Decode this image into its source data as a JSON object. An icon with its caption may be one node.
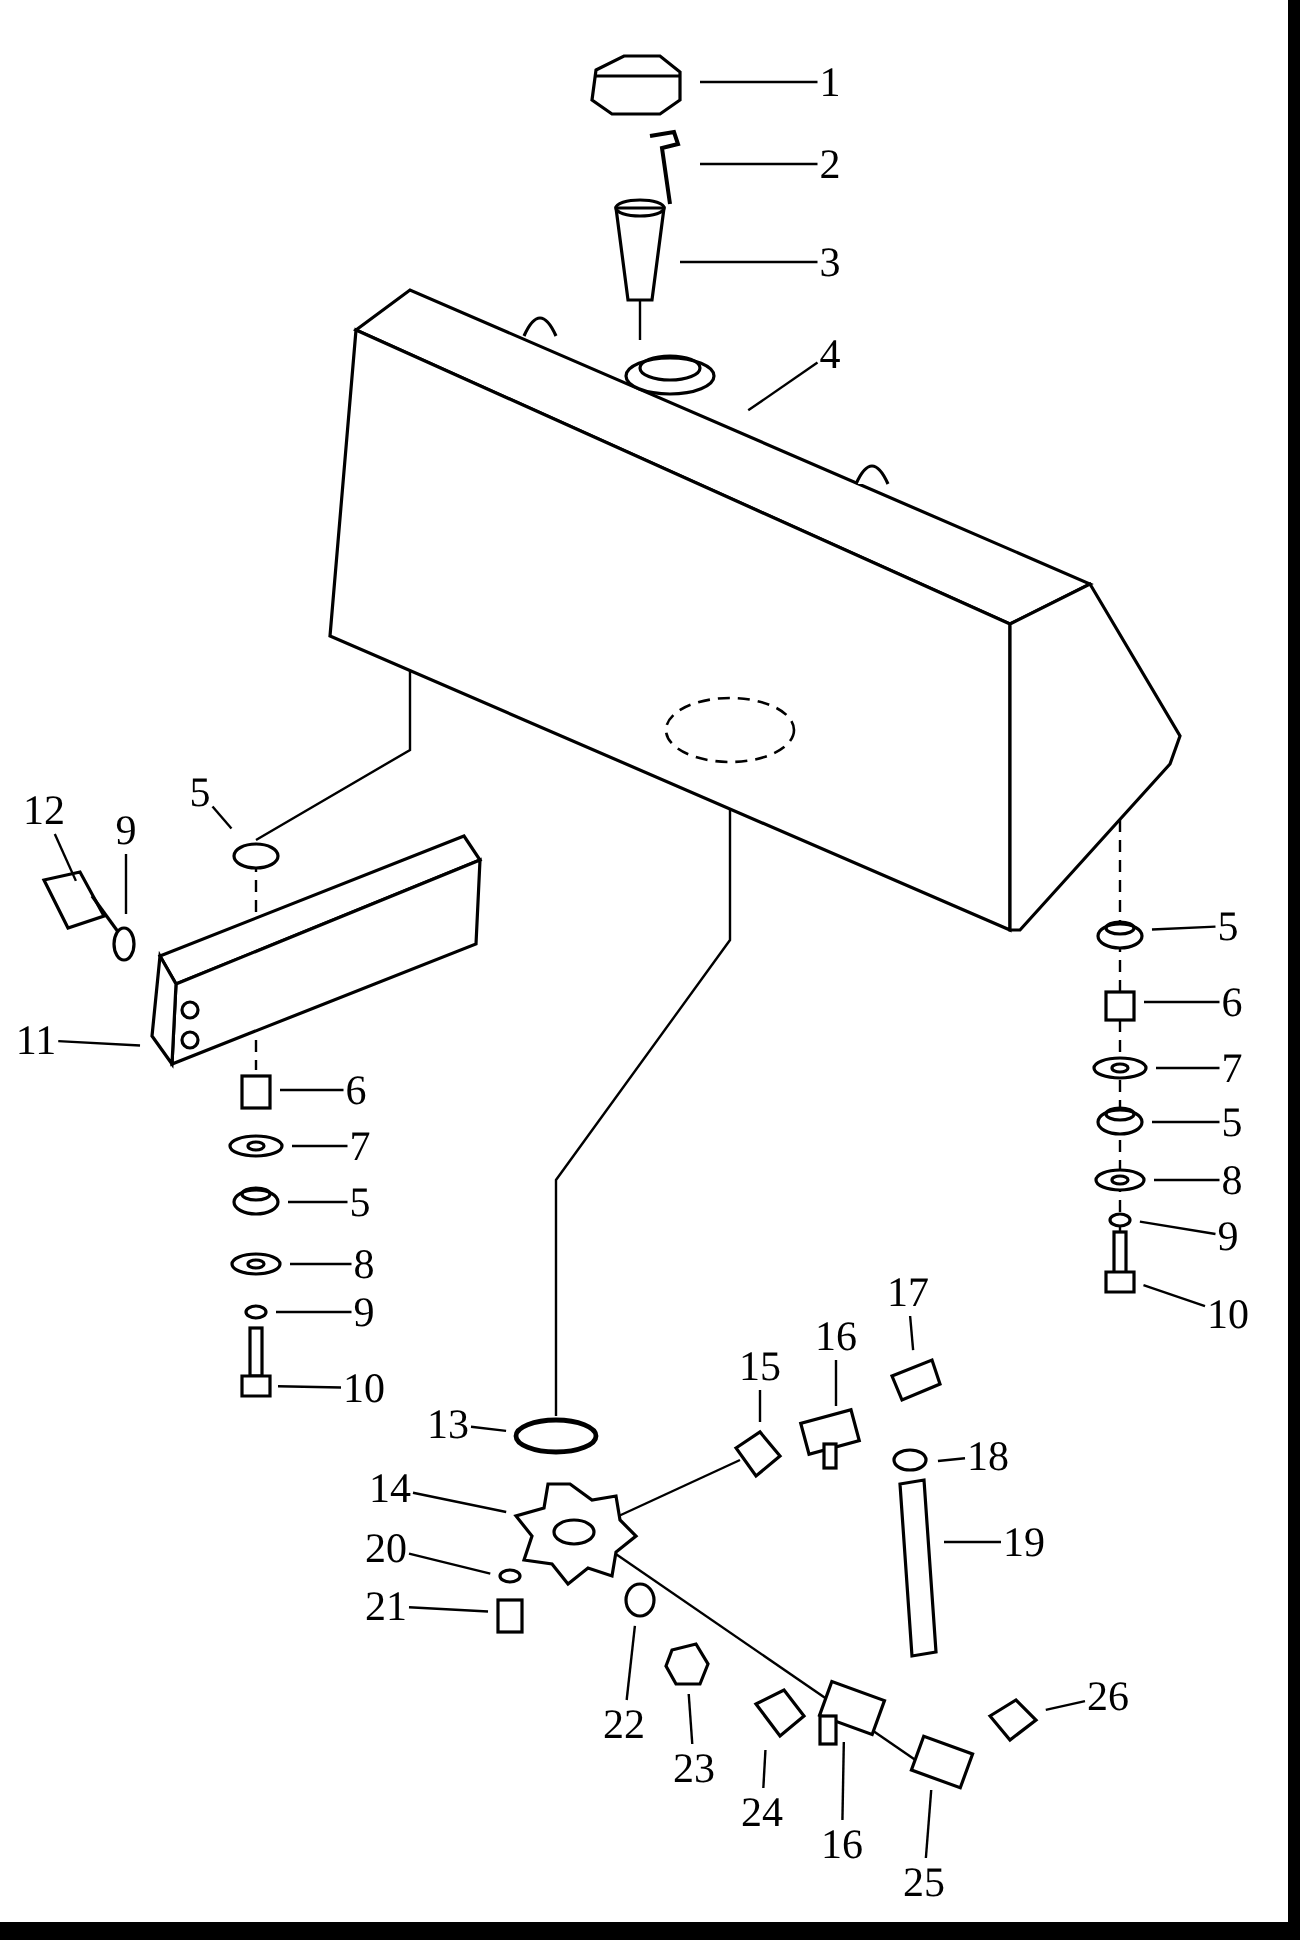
{
  "diagram": {
    "nodes": [
      {
        "text": [
          "1"
        ]
      },
      {
        "text": [
          "2"
        ]
      },
      {
        "text": [
          "3"
        ]
      },
      {
        "text": [
          "4"
        ]
      },
      {
        "text": [
          "12"
        ]
      },
      {
        "text": [
          "9"
        ]
      },
      {
        "text": [
          "5"
        ]
      },
      {
        "text": [
          "11"
        ]
      },
      {
        "text": [
          "6"
        ]
      },
      {
        "text": [
          "7"
        ]
      },
      {
        "text": [
          "5"
        ]
      },
      {
        "text": [
          "8"
        ]
      },
      {
        "text": [
          "9"
        ]
      },
      {
        "text": [
          "10"
        ]
      },
      {
        "text": [
          "5"
        ]
      },
      {
        "text": [
          "6"
        ]
      },
      {
        "text": [
          "7"
        ]
      },
      {
        "text": [
          "5"
        ]
      },
      {
        "text": [
          "8"
        ]
      },
      {
        "text": [
          "9"
        ]
      },
      {
        "text": [
          "10"
        ]
      },
      {
        "text": [
          "15"
        ]
      },
      {
        "text": [
          "16"
        ]
      },
      {
        "text": [
          "17"
        ]
      },
      {
        "text": [
          "13"
        ]
      },
      {
        "text": [
          "18"
        ]
      },
      {
        "text": [
          "14"
        ]
      },
      {
        "text": [
          "19"
        ]
      },
      {
        "text": [
          "20"
        ]
      },
      {
        "text": [
          "21"
        ]
      },
      {
        "text": [
          "26"
        ]
      },
      {
        "text": [
          "22"
        ]
      },
      {
        "text": [
          "23"
        ]
      },
      {
        "text": [
          "24"
        ]
      },
      {
        "text": [
          "16"
        ]
      },
      {
        "text": [
          "25"
        ]
      }
    ],
    "edges": [
      {
        "from": 0,
        "to": null,
        "arrow": "none"
      },
      {
        "from": 1,
        "to": null,
        "arrow": "none"
      },
      {
        "from": 2,
        "to": null,
        "arrow": "none"
      },
      {
        "from": 3,
        "to": null,
        "arrow": "none"
      },
      {
        "from": 4,
        "to": null,
        "arrow": "none"
      },
      {
        "from": 5,
        "to": null,
        "arrow": "none"
      },
      {
        "from": 6,
        "to": null,
        "arrow": "none"
      },
      {
        "from": 7,
        "to": null,
        "arrow": "none"
      },
      {
        "from": 8,
        "to": null,
        "arrow": "none"
      },
      {
        "from": 9,
        "to": null,
        "arrow": "none"
      },
      {
        "from": 10,
        "to": null,
        "arrow": "none"
      },
      {
        "from": 11,
        "to": null,
        "arrow": "none"
      },
      {
        "from": 12,
        "to": null,
        "arrow": "none"
      },
      {
        "from": 13,
        "to": null,
        "arrow": "none"
      },
      {
        "from": 14,
        "to": null,
        "arrow": "none"
      },
      {
        "from": 15,
        "to": null,
        "arrow": "none"
      },
      {
        "from": 16,
        "to": null,
        "arrow": "none"
      },
      {
        "from": 17,
        "to": null,
        "arrow": "none"
      },
      {
        "from": 18,
        "to": null,
        "arrow": "none"
      },
      {
        "from": 19,
        "to": null,
        "arrow": "none"
      },
      {
        "from": 20,
        "to": null,
        "arrow": "none"
      },
      {
        "from": 21,
        "to": null,
        "arrow": "none"
      },
      {
        "from": 22,
        "to": null,
        "arrow": "none"
      },
      {
        "from": 23,
        "to": null,
        "arrow": "none"
      },
      {
        "from": 24,
        "to": null,
        "arrow": "none"
      },
      {
        "from": 25,
        "to": null,
        "arrow": "none"
      },
      {
        "from": 26,
        "to": null,
        "arrow": "none"
      },
      {
        "from": 27,
        "to": null,
        "arrow": "none"
      },
      {
        "from": 28,
        "to": null,
        "arrow": "none"
      },
      {
        "from": 29,
        "to": null,
        "arrow": "none"
      },
      {
        "from": 30,
        "to": null,
        "arrow": "none"
      },
      {
        "from": 31,
        "to": null,
        "arrow": "none"
      },
      {
        "from": 32,
        "to": null,
        "arrow": "none"
      },
      {
        "from": 33,
        "to": null,
        "arrow": "none"
      },
      {
        "from": 34,
        "to": null,
        "arrow": "none"
      },
      {
        "from": 35,
        "to": null,
        "arrow": "none"
      }
    ]
  }
}
